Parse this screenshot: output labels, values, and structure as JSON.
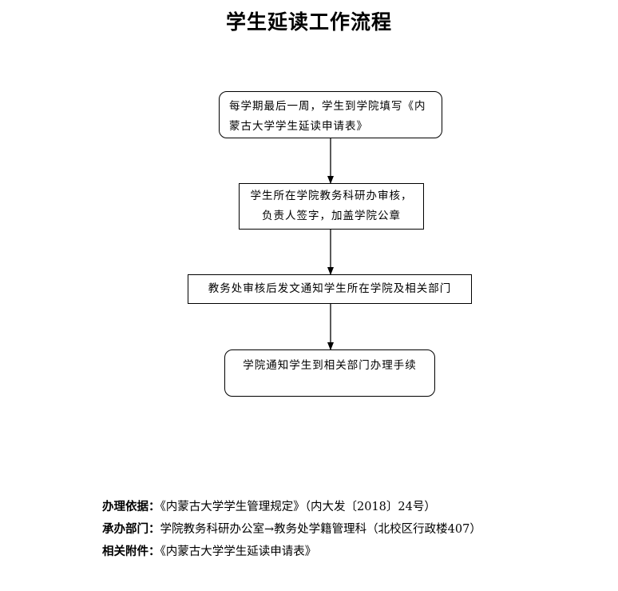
{
  "title": "学生延读工作流程",
  "nodes": [
    {
      "id": "n1",
      "text": "每学期最后一周，学生到学院填写《内蒙古大学学生延读申请表》"
    },
    {
      "id": "n2",
      "text": "学生所在学院教务科研办审核，负责人签字，加盖学院公章"
    },
    {
      "id": "n3",
      "text": "教务处审核后发文通知学生所在学院及相关部门"
    },
    {
      "id": "n4",
      "text": "学院通知学生到相关部门办理手续"
    }
  ],
  "edges": [
    {
      "from": "n1",
      "to": "n2"
    },
    {
      "from": "n2",
      "to": "n3"
    },
    {
      "from": "n3",
      "to": "n4"
    }
  ],
  "footer": {
    "basis": {
      "label": "办理依据：",
      "value": "《内蒙古大学学生管理规定》（内大发〔2018〕24号）"
    },
    "department": {
      "label": "承办部门：",
      "value": "学院教务科研办公室→教务处学籍管理科（北校区行政楼407）"
    },
    "attachment": {
      "label": "相关附件：",
      "value": "《内蒙古大学学生延读申请表》"
    }
  }
}
